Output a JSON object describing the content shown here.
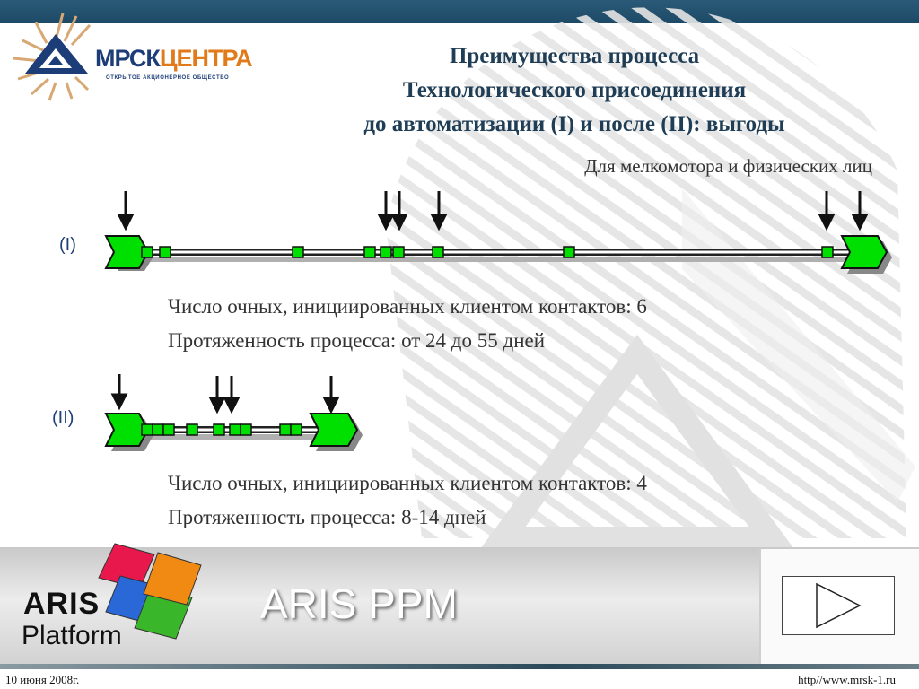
{
  "logo": {
    "brand_a": "МРСК",
    "brand_b": "ЦЕНТРА",
    "tagline": "ОТКРЫТОЕ АКЦИОНЕРНОЕ ОБЩЕСТВО"
  },
  "title": {
    "line1": "Преимущества процесса",
    "line2": "Технологического присоединения",
    "line3": "до автоматизации (I) и после (II): выгоды"
  },
  "subtitle": "Для мелкомотора и физических лиц",
  "process_1": {
    "label": "(I)",
    "contacts": "Число очных, инициированных клиентом контактов: 6",
    "duration": "Протяженность процесса: от 24 до 55 дней"
  },
  "process_2": {
    "label": "(II)",
    "contacts": "Число очных, инициированных клиентом контактов: 4",
    "duration": "Протяженность процесса: 8-14 дней"
  },
  "banner": {
    "product": "ARIS PPM",
    "aris": "ARIS",
    "platform": "Platform",
    "play_icon": "play-icon"
  },
  "footer": {
    "date": "10 июня 2008г.",
    "url": "http//www.mrsk-1.ru"
  },
  "colors": {
    "node_green": "#00e000",
    "topbar": "#1d4a66",
    "title": "#1f3e56"
  }
}
